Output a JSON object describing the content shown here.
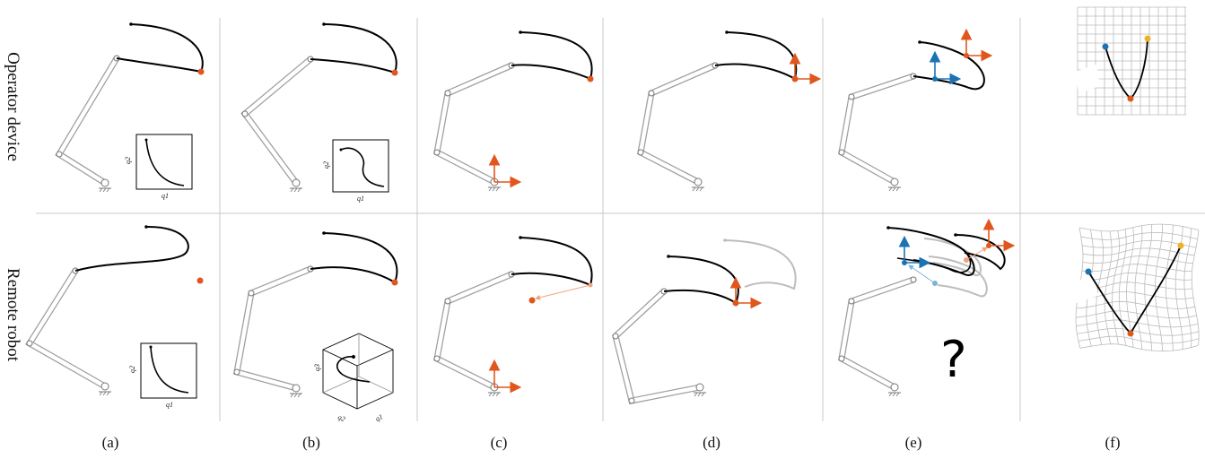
{
  "row_labels": {
    "top": "Operator device",
    "bottom": "Remote robot"
  },
  "panel_captions": [
    "(a)",
    "(b)",
    "(c)",
    "(d)",
    "(e)",
    "(f)"
  ],
  "axis_labels": {
    "q1": "q1",
    "q2": "q2",
    "q3": "q3"
  },
  "unknown_mark": "?",
  "colors": {
    "target": "#e0561d",
    "frame_blue": "#1a73b5",
    "frame_orange": "#e0561d",
    "endpoint_yellow": "#f0b120",
    "trajectory": "#000000",
    "ghost": "#bdbdbd",
    "link": "#9e9e9e",
    "grid": "#bbbbbb",
    "divider": "#c8c8c8"
  }
}
